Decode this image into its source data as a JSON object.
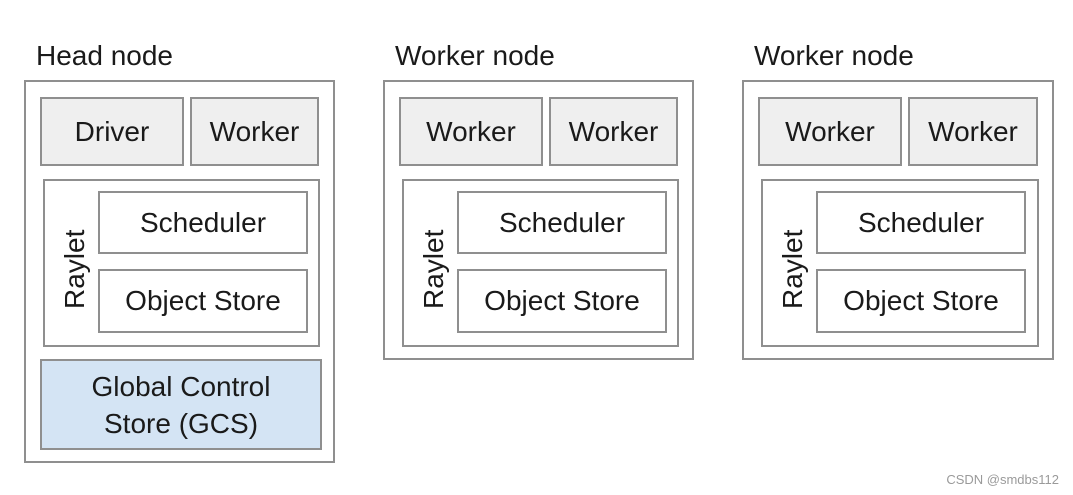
{
  "nodes": [
    {
      "title": "Head node",
      "processes": [
        "Driver",
        "Worker"
      ],
      "raylet": {
        "label": "Raylet",
        "scheduler": "Scheduler",
        "object_store": "Object Store"
      },
      "gcs": {
        "line1": "Global Control",
        "line2": "Store (GCS)"
      }
    },
    {
      "title": "Worker node",
      "processes": [
        "Worker",
        "Worker"
      ],
      "raylet": {
        "label": "Raylet",
        "scheduler": "Scheduler",
        "object_store": "Object Store"
      }
    },
    {
      "title": "Worker node",
      "processes": [
        "Worker",
        "Worker"
      ],
      "raylet": {
        "label": "Raylet",
        "scheduler": "Scheduler",
        "object_store": "Object Store"
      }
    }
  ],
  "watermark": "CSDN @smdbs112",
  "colors": {
    "process_fill": "#efefef",
    "gcs_fill": "#d4e4f4",
    "border": "#8f8f8f"
  }
}
